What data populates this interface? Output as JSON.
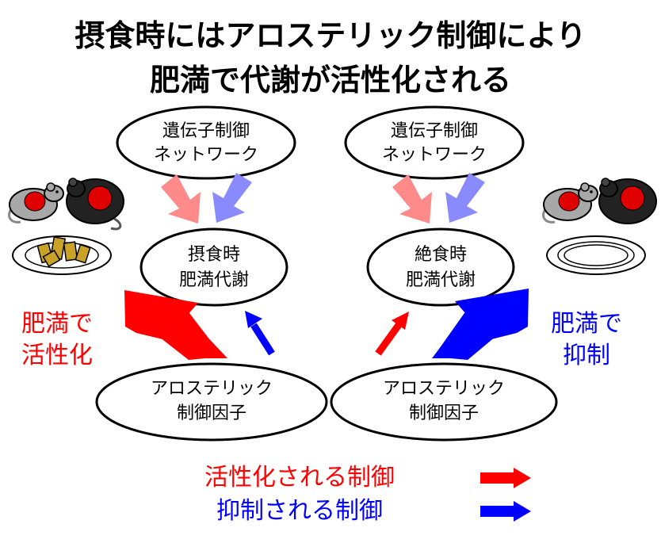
{
  "title": {
    "line1": "摂食時にはアロステリック制御により",
    "line2": "肥満で代謝が活性化される"
  },
  "left": {
    "gene_network": {
      "line1": "遺伝子制御",
      "line2": "ネットワーク"
    },
    "metabolism": {
      "line1": "摂食時",
      "line2": "肥満代謝"
    },
    "allosteric": {
      "line1": "アロステリック",
      "line2": "制御因子"
    },
    "effect_label": {
      "line1": "肥満で",
      "line2": "活性化"
    }
  },
  "right": {
    "gene_network": {
      "line1": "遺伝子制御",
      "line2": "ネットワーク"
    },
    "metabolism": {
      "line1": "絶食時",
      "line2": "肥満代謝"
    },
    "allosteric": {
      "line1": "アロステリック",
      "line2": "制御因子"
    },
    "effect_label": {
      "line1": "肥満で",
      "line2": "抑制"
    }
  },
  "legend": {
    "activated": "活性化される制御",
    "suppressed": "抑制される制御"
  },
  "colors": {
    "activation": "#ff0000",
    "suppression": "#0000ff",
    "pale_red": "#ff8a8a",
    "pale_blue": "#8a8aff",
    "mouse_gray": "#a8a8a8",
    "mouse_black": "#222222",
    "organ_red": "#e00000",
    "food_yellow": "#c9a227"
  },
  "icons": [
    "lean-mouse-icon",
    "obese-mouse-icon",
    "food-plate-icon",
    "empty-plate-icon"
  ]
}
